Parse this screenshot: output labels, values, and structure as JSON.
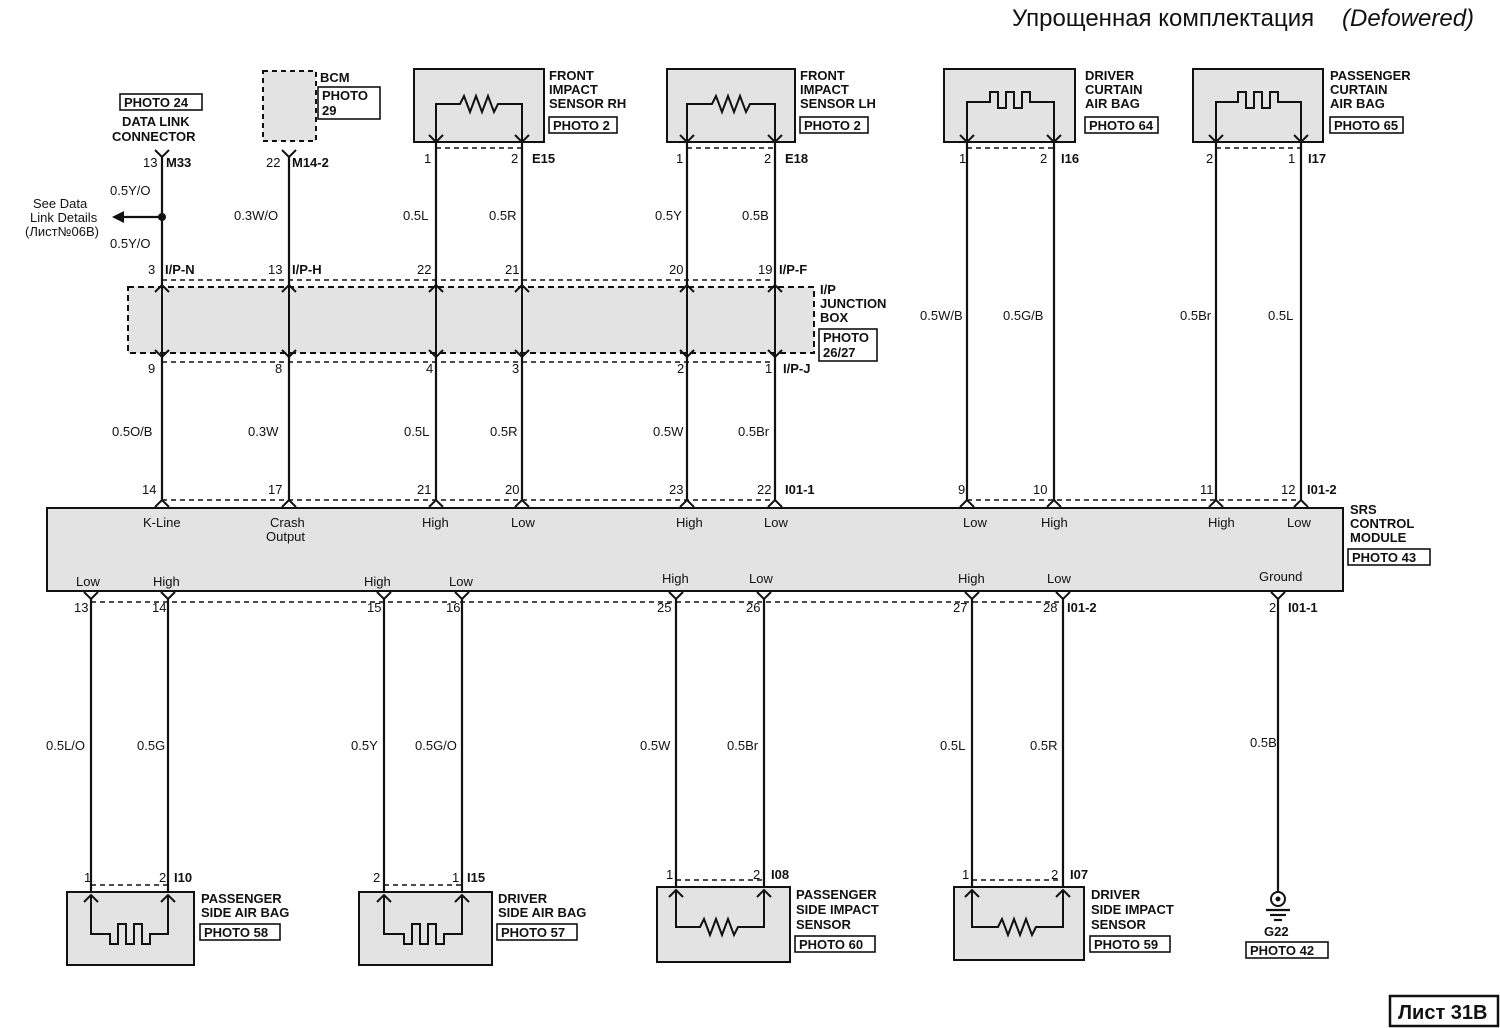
{
  "header": {
    "title": "Упрощенная комплектация",
    "title_suffix": "(Defowered)"
  },
  "footer": {
    "sheet": "Лист 31В"
  },
  "components": {
    "dlc": {
      "photo": "PHOTO 24",
      "name1": "DATA LINK",
      "name2": "CONNECTOR",
      "connector": "M33"
    },
    "bcm": {
      "name": "BCM",
      "photo1": "PHOTO",
      "photo2": "29",
      "connector": "M14-2"
    },
    "fisrh": {
      "name1": "FRONT",
      "name2": "IMPACT",
      "name3": "SENSOR RH",
      "photo": "PHOTO 2",
      "connector": "E15"
    },
    "fislh": {
      "name1": "FRONT",
      "name2": "IMPACT",
      "name3": "SENSOR LH",
      "photo": "PHOTO 2",
      "connector": "E18"
    },
    "dcab": {
      "name1": "DRIVER",
      "name2": "CURTAIN",
      "name3": "AIR BAG",
      "photo": "PHOTO 64",
      "connector": "I16"
    },
    "pcab": {
      "name1": "PASSENGER",
      "name2": "CURTAIN",
      "name3": "AIR BAG",
      "photo": "PHOTO 65",
      "connector": "I17"
    },
    "jb": {
      "name1": "I/P",
      "name2": "JUNCTION",
      "name3": "BOX",
      "photo1": "PHOTO",
      "photo2": "26/27",
      "conn_in_left": "I/P-N",
      "conn_in_mid": "I/P-H",
      "conn_in_right": "I/P-F",
      "conn_out": "I/P-J"
    },
    "srs": {
      "name1": "SRS",
      "name2": "CONTROL",
      "name3": "MODULE",
      "photo": "PHOTO 43",
      "connector_top_a": "I01-1",
      "connector_top_b": "I01-2",
      "connector_bottom_a": "I01-2",
      "connector_bottom_b": "I01-1"
    },
    "psab": {
      "name1": "PASSENGER",
      "name2": "SIDE AIR BAG",
      "photo": "PHOTO 58",
      "connector": "I10"
    },
    "dsab": {
      "name1": "DRIVER",
      "name2": "SIDE AIR BAG",
      "photo": "PHOTO 57",
      "connector": "I15"
    },
    "psis": {
      "name1": "PASSENGER",
      "name2": "SIDE IMPACT",
      "name3": "SENSOR",
      "photo": "PHOTO 60",
      "connector": "I08"
    },
    "dsis": {
      "name1": "DRIVER",
      "name2": "SIDE IMPACT",
      "name3": "SENSOR",
      "photo": "PHOTO 59",
      "connector": "I07"
    },
    "ground": {
      "name": "G22",
      "photo": "PHOTO 42"
    }
  },
  "data_link_note": {
    "line1": "See Data",
    "line2": "Link Details",
    "line3": "(Лист№06В)"
  },
  "pins": {
    "dlc_13": "13",
    "bcm_22": "22",
    "rh_1": "1",
    "rh_2": "2",
    "lh_1": "1",
    "lh_2": "2",
    "dc_1": "1",
    "dc_2": "2",
    "pc_2": "2",
    "pc_1": "1",
    "jb_3": "3",
    "jb_13": "13",
    "jb_22": "22",
    "jb_21": "21",
    "jb_20": "20",
    "jb_19": "19",
    "jb_9": "9",
    "jb_8": "8",
    "jb_4": "4",
    "jb_3b": "3",
    "jb_2": "2",
    "jb_1": "1",
    "srs_14": "14",
    "srs_17": "17",
    "srs_21": "21",
    "srs_20": "20",
    "srs_23": "23",
    "srs_22": "22",
    "srs_9": "9",
    "srs_10": "10",
    "srs_11": "11",
    "srs_12": "12",
    "srs_b13": "13",
    "srs_b14": "14",
    "srs_b15": "15",
    "srs_b16": "16",
    "srs_b25": "25",
    "srs_b26": "26",
    "srs_b27": "27",
    "srs_b28": "28",
    "srs_b2": "2",
    "psab_1": "1",
    "psab_2": "2",
    "dsab_2": "2",
    "dsab_1": "1",
    "psis_1": "1",
    "psis_2": "2",
    "dsis_1": "1",
    "dsis_2": "2"
  },
  "wires": {
    "dlc_top": "0.5Y/O",
    "dlc_mid": "0.5Y/O",
    "bcm": "0.3W/O",
    "rh_a": "0.5L",
    "rh_b": "0.5R",
    "lh_a": "0.5Y",
    "lh_b": "0.5B",
    "dc_a": "0.5W/B",
    "dc_b": "0.5G/B",
    "pc_a": "0.5Br",
    "pc_b": "0.5L",
    "jb_o1": "0.5O/B",
    "jb_o2": "0.3W",
    "jb_o3": "0.5L",
    "jb_o4": "0.5R",
    "jb_o5": "0.5W",
    "jb_o6": "0.5Br",
    "b1": "0.5L/O",
    "b2": "0.5G",
    "b3": "0.5Y",
    "b4": "0.5G/O",
    "b5": "0.5W",
    "b6": "0.5Br",
    "b7": "0.5L",
    "b8": "0.5R",
    "b9": "0.5B"
  },
  "srs_labels": {
    "k_line": "K-Line",
    "crash1": "Crash",
    "crash2": "Output",
    "t_high1": "High",
    "t_low1": "Low",
    "t_high2": "High",
    "t_low2": "Low",
    "t_low3": "Low",
    "t_high3": "High",
    "t_high4": "High",
    "t_low4": "Low",
    "b_low1": "Low",
    "b_high1": "High",
    "b_high2": "High",
    "b_low2": "Low",
    "b_high3": "High",
    "b_low3": "Low",
    "b_high4": "High",
    "b_low4": "Low",
    "ground": "Ground"
  }
}
